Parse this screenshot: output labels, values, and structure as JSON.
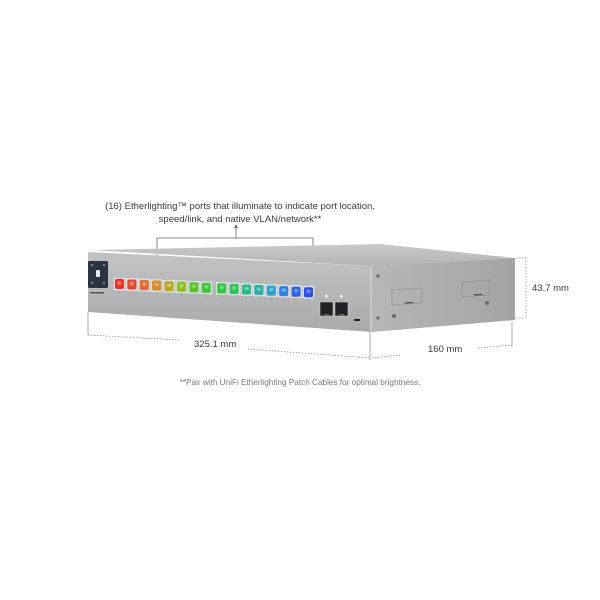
{
  "callout": {
    "line1": "(16) Etherlighting™ ports that illuminate to indicate port location,",
    "line2": "speed/link, and native VLAN/network**"
  },
  "dimensions": {
    "width": "325.1 mm",
    "depth": "160 mm",
    "height": "43.7 mm"
  },
  "footnote": "**Pair with UniFi Etherlighting Patch Cables for optimal brightness.",
  "device": {
    "port_count": 16,
    "sfp_count": 2,
    "port_colors": [
      "#e8322a",
      "#e54a2a",
      "#e06a28",
      "#d98b26",
      "#b9a824",
      "#8cbd24",
      "#56c42a",
      "#3cc63a",
      "#2fc744",
      "#2ec25c",
      "#2cba86",
      "#2aaea8",
      "#2a9ed0",
      "#2a7fe2",
      "#2b62e8",
      "#2d4be6"
    ],
    "chassis_color": "#b9babc"
  }
}
